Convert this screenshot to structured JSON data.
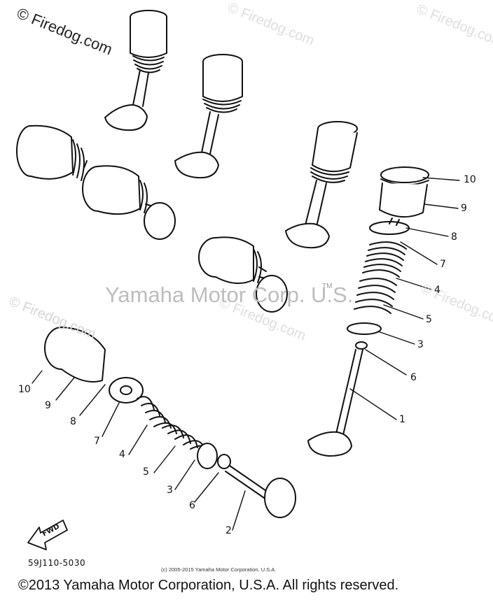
{
  "watermarks": {
    "top_left": "© Firedog.com",
    "top_mid": "© Firedog.com",
    "top_right": "© Firedog.com",
    "mid_left": "© Firedog.com",
    "mid_right": "© Firedog.com",
    "mid_center": "© Firedog.com",
    "yamaha_text": "Yamaha Motor Corp. U.S.",
    "tm": "TM"
  },
  "callouts_right": [
    "10",
    "9",
    "8",
    "7",
    "4",
    "5",
    "3",
    "6",
    "1"
  ],
  "callouts_left": [
    "10",
    "9",
    "8",
    "7",
    "4",
    "5",
    "3",
    "6",
    "2"
  ],
  "fwd_label": "FWD",
  "part_number": "59J110-5030",
  "small_copyright": "(c) 2005-2015 Yamaha Motor Corporation, U.S.A.",
  "copyright": "©2013 Yamaha Motor Corporation, U.S.A. All rights reserved.",
  "colors": {
    "ink": "#111111",
    "watermark": "#c8c8c8"
  }
}
